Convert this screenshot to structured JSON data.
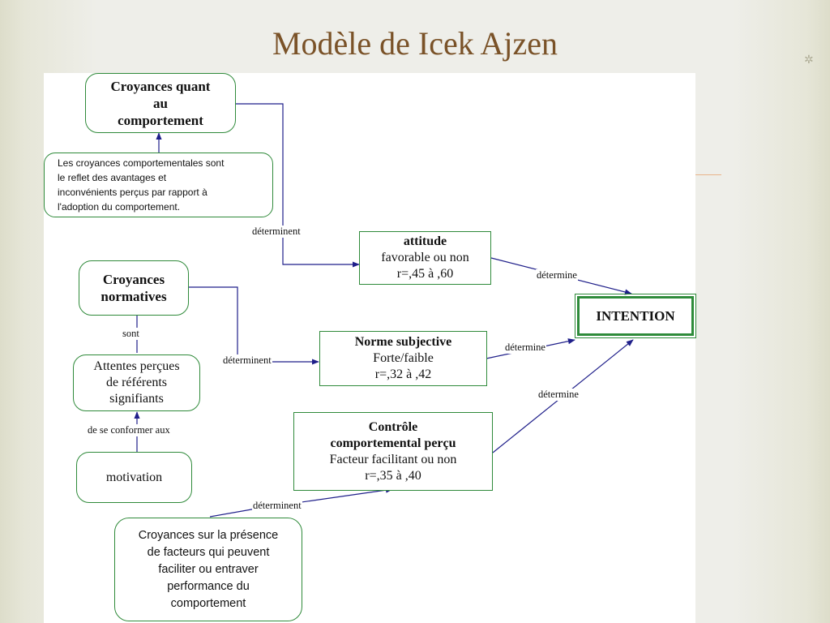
{
  "slide": {
    "title": "Modèle de Icek Ajzen"
  },
  "colors": {
    "title": "#7a5228",
    "node_border": "#2f8a3a",
    "arrow": "#1f1f8a"
  },
  "nodes": {
    "croyances_comportement": [
      "Croyances quant",
      "au",
      "comportement"
    ],
    "croyances_comportementales_desc": [
      "Les croyances comportementales sont",
      "le reflet des avantages et",
      "inconvénients perçus par rapport à",
      "l'adoption du comportement."
    ],
    "attitude": {
      "title": "attitude",
      "line1": "favorable ou non",
      "line2": "r=,45 à ,60"
    },
    "intention": "INTENTION",
    "croyances_normatives": [
      "Croyances",
      "normatives"
    ],
    "norme_subjective": {
      "title": "Norme subjective",
      "line1": "Forte/faible",
      "line2": "r=,32 à ,42"
    },
    "attentes": [
      "Attentes perçues",
      "de référents",
      "signifiants"
    ],
    "controle": {
      "title1": "Contrôle",
      "title2": "comportemental perçu",
      "line1": "Facteur facilitant ou non",
      "line2": "r=,35 à ,40"
    },
    "motivation": "motivation",
    "croyances_facteurs": [
      "Croyances sur la présence",
      "de facteurs qui peuvent",
      "faciliter ou entraver",
      "performance du",
      "comportement"
    ]
  },
  "labels": {
    "determinent_1": "déterminent",
    "determine_attitude": "détermine",
    "sont": "sont",
    "determinent_2": "déterminent",
    "determine_norme": "détermine",
    "de_se_conformer": "de se conformer aux",
    "determine_controle": "détermine",
    "determinent_3": "déterminent"
  }
}
